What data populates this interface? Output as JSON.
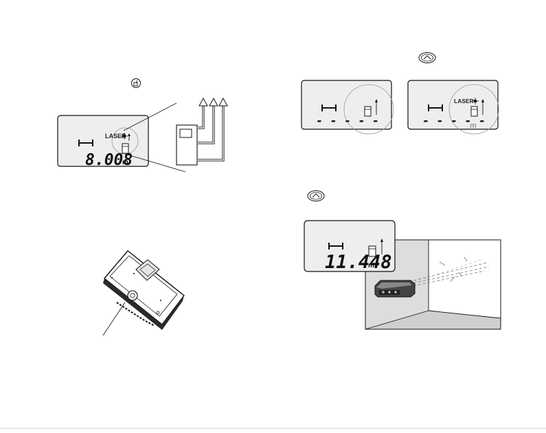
{
  "colors": {
    "page": "#ffffff",
    "lcd": "#eeeeee",
    "ink": "#1a1a1a",
    "wall_side": "#dddddd",
    "floor": "#cfcfcf"
  },
  "icons": {
    "reference_button": "reference-button-icon",
    "laser_button": "laser-button-icon",
    "reference_symbol": "reference-symbol-icon",
    "tripod_thread": "tripod-thread-icon"
  },
  "top_left": {
    "lcd": {
      "laser_label": "LASER",
      "reading": "8.008",
      "unit": "m"
    }
  },
  "top_right": {
    "display_a": {
      "dashes": "- - - - -"
    },
    "display_b": {
      "laser_label": "LASER",
      "dashes": "- - - - -",
      "unit": "m"
    }
  },
  "bottom_right": {
    "lcd": {
      "reading": "11.448",
      "unit": "m"
    }
  }
}
